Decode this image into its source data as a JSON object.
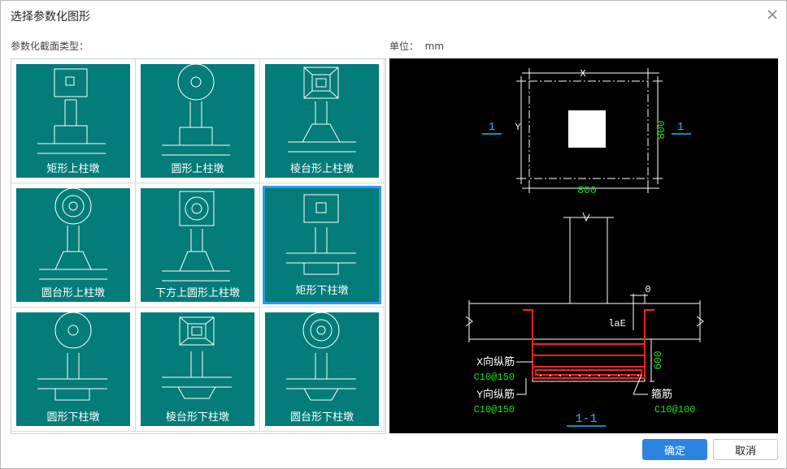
{
  "dialog": {
    "title": "选择参数化图形"
  },
  "section": {
    "type_label": "参数化截面类型：",
    "unit_label": "单位：",
    "unit_value": "mm"
  },
  "shapes": [
    {
      "label": "矩形上柱墩"
    },
    {
      "label": "圆形上柱墩"
    },
    {
      "label": "棱台形上柱墩"
    },
    {
      "label": "圆台形上柱墩"
    },
    {
      "label": "下方上圆形上柱墩"
    },
    {
      "label": "矩形下柱墩"
    },
    {
      "label": "圆形下柱墩"
    },
    {
      "label": "棱台形下柱墩"
    },
    {
      "label": "圆台形下柱墩"
    }
  ],
  "selected_index": 5,
  "preview": {
    "dim_x_label": "X",
    "dim_y_label": "Y",
    "dim_width": "800",
    "dim_height": "800",
    "section_mark": "1",
    "dim_zero": "0",
    "lae": "laE",
    "dim_600": "600",
    "x_rebar_label": "X向纵筋",
    "x_rebar_spec": "C10@150",
    "y_rebar_label": "Y向纵筋",
    "y_rebar_spec": "C10@150",
    "stirrup_label": "箍筋",
    "stirrup_spec": "C10@100",
    "section_title": "1-1"
  },
  "colors": {
    "tile": "#037c7a",
    "selected": "#2f9be8",
    "dim_green": "#22dd22",
    "rebar_red": "#ff2020",
    "mark_cyan": "#00c8ff"
  },
  "buttons": {
    "ok": "确定",
    "cancel": "取消"
  }
}
